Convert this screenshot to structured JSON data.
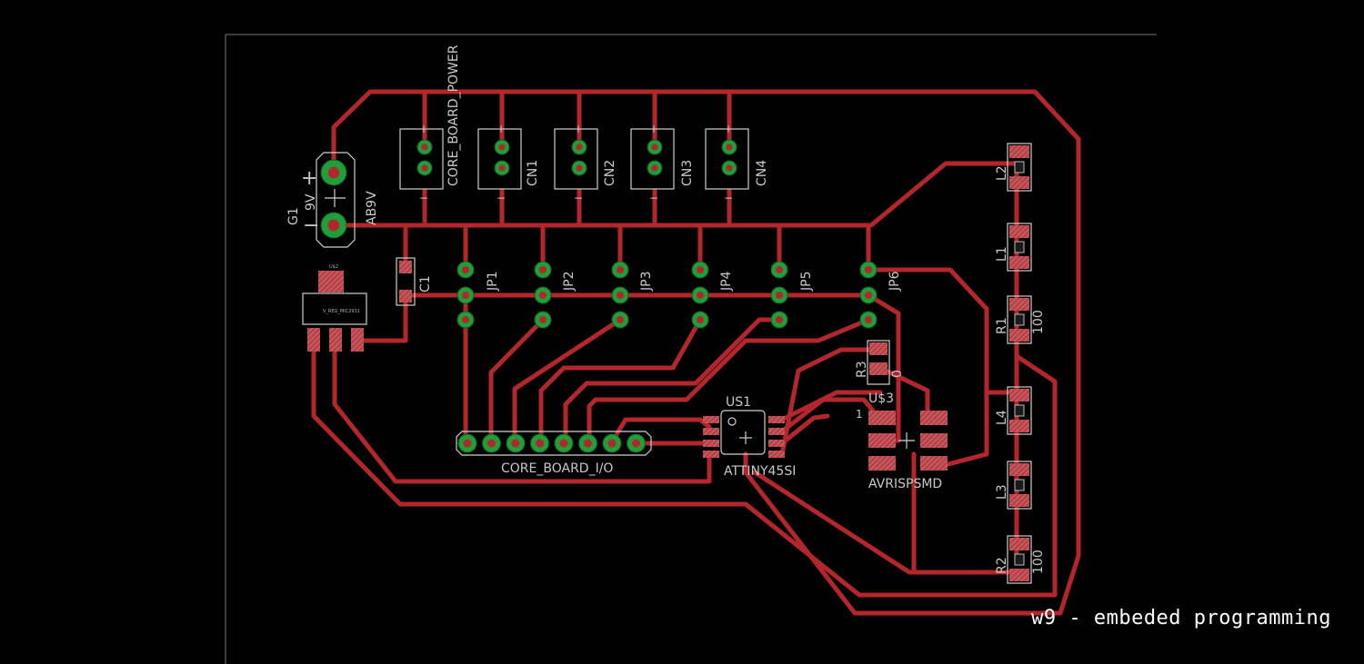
{
  "caption": "w9 - embeded programming",
  "components": {
    "power": {
      "name": "CORE_BOARD_POWER"
    },
    "connectors": [
      "CN1",
      "CN2",
      "CN3",
      "CN4"
    ],
    "battery": {
      "name": "G1",
      "value": "9V",
      "package": "AB9V",
      "plus": "+",
      "minus": "−"
    },
    "capacitor": {
      "name": "C1"
    },
    "regulator": {
      "name": "U$2",
      "part": "V_REG_MIC2931"
    },
    "jumpers": [
      "JP1",
      "JP2",
      "JP3",
      "JP4",
      "JP5",
      "JP6"
    ],
    "io_header": {
      "name": "CORE_BOARD_I/O"
    },
    "mcu": {
      "name": "US1",
      "value": "ATTINY45SI"
    },
    "isp": {
      "name": "U$3",
      "value": "AVRISPSMD",
      "pin1": "1"
    },
    "resistors": [
      {
        "name": "R1",
        "value": "100"
      },
      {
        "name": "R2",
        "value": "100"
      },
      {
        "name": "R3",
        "value": "0"
      }
    ],
    "leds": [
      "L1",
      "L2",
      "L3",
      "L4"
    ],
    "pin_marks": {
      "plus": "+",
      "minus": "−"
    }
  },
  "colors": {
    "trace": "#b3262b",
    "pad": "#1f9e3a",
    "smd_pad": "#c9545a",
    "background": "#000000"
  }
}
